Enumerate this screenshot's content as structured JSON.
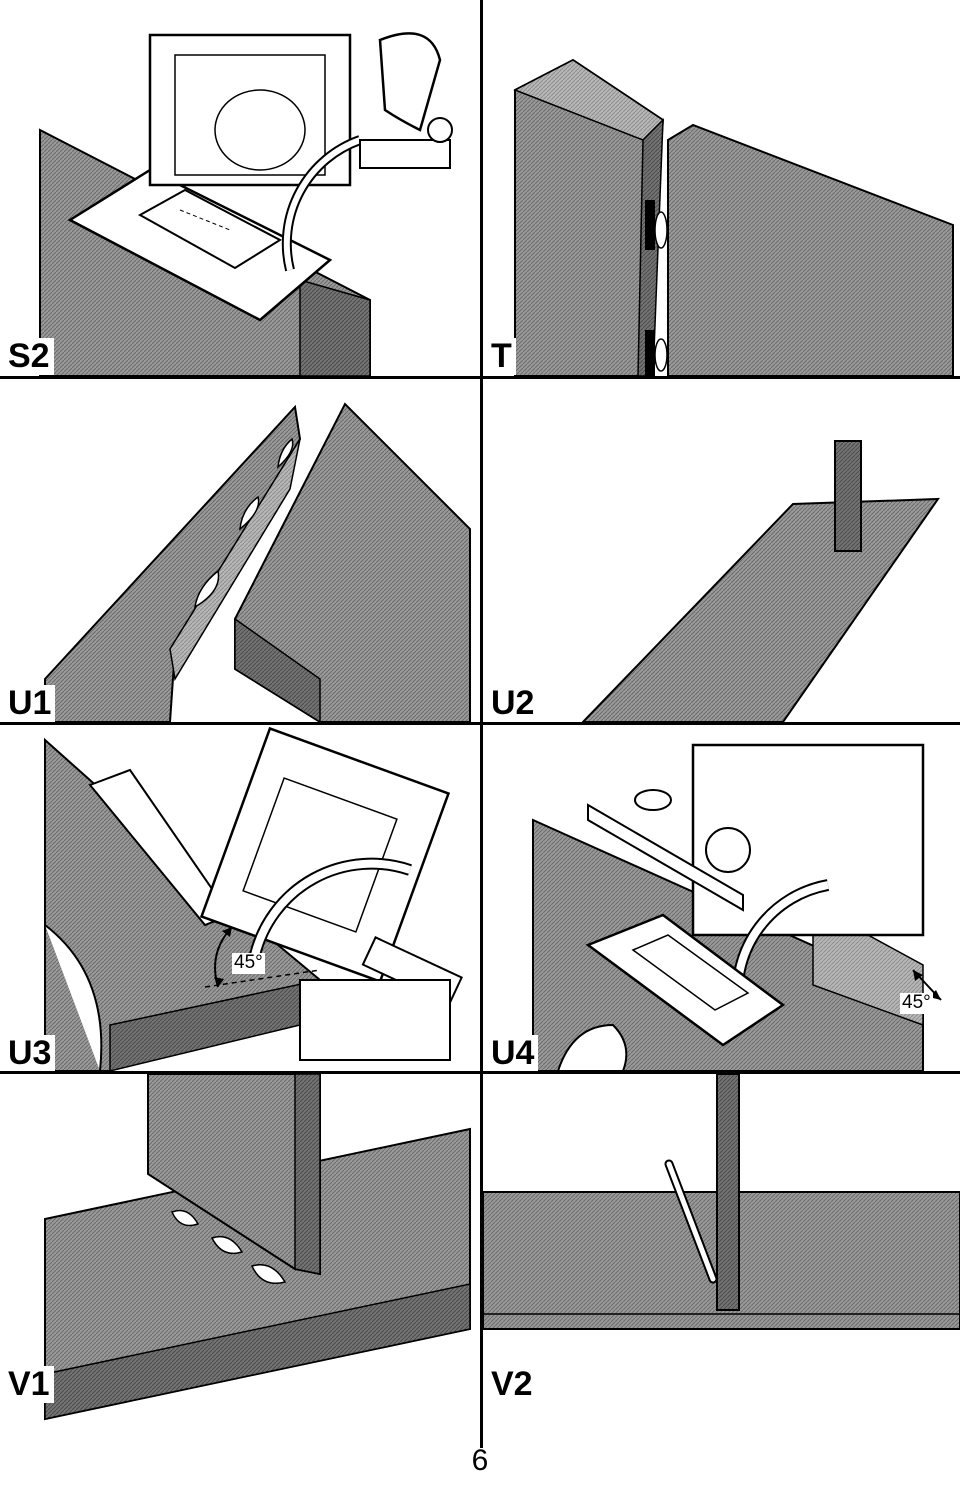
{
  "panels": [
    {
      "id": "S2",
      "label": "S2"
    },
    {
      "id": "T",
      "label": "T"
    },
    {
      "id": "U1",
      "label": "U1"
    },
    {
      "id": "U2",
      "label": "U2"
    },
    {
      "id": "U3",
      "label": "U3",
      "angle": "45°"
    },
    {
      "id": "U4",
      "label": "U4",
      "angle": "45°"
    },
    {
      "id": "V1",
      "label": "V1"
    },
    {
      "id": "V2",
      "label": "V2"
    }
  ],
  "page_number": "6",
  "colors": {
    "wood": "#8a8a8a",
    "wood_dark": "#5e5e5e",
    "wood_light": "#b0b0b0",
    "line": "#000000"
  }
}
